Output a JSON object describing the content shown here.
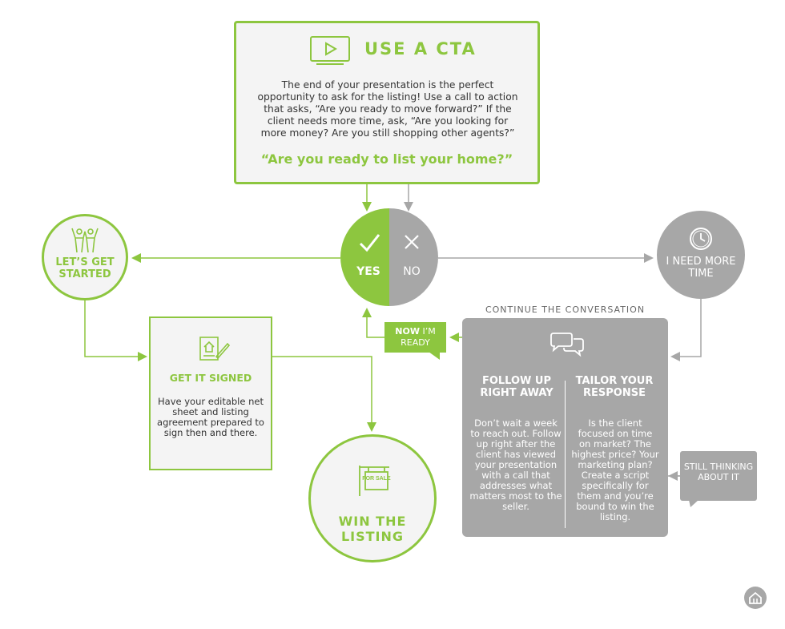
{
  "cta": {
    "title": "USE A CTA",
    "body": "The end of your presentation is the perfect opportunity to ask for the listing! Use a call to action that asks, “Are you ready to move forward?” If the client needs more time, ask, “Are you looking for more money? Are you still shopping other agents?”",
    "quote": "“Are you ready to list your home?”",
    "icon": "video-play-icon"
  },
  "decision": {
    "yes_label": "YES",
    "no_label": "NO",
    "yes_icon": "checkmark-icon",
    "no_icon": "x-icon"
  },
  "lets_get_started": {
    "label": "LET’S GET STARTED",
    "icon": "people-hands-up-icon"
  },
  "need_more_time": {
    "label": "I NEED MORE TIME",
    "icon": "clock-icon"
  },
  "get_it_signed": {
    "title": "GET IT SIGNED",
    "body": "Have your editable net sheet and listing agreement prepared to sign then and there.",
    "icon": "signed-document-icon"
  },
  "win_the_listing": {
    "label": "WIN THE LISTING",
    "icon": "for-sale-sign-icon",
    "sign_text": "FOR SALE"
  },
  "conversation": {
    "heading": "CONTINUE THE CONVERSATION",
    "icon": "chat-bubbles-icon",
    "follow_up": {
      "title": "FOLLOW UP RIGHT AWAY",
      "body": "Don’t wait a week to reach out. Follow up right after the client has viewed your presentation with a call that addresses what matters most to the seller."
    },
    "tailor": {
      "title": "TAILOR YOUR RESPONSE",
      "body": "Is the client focused on time on market? The highest price? Your marketing plan? Create a script specifically for them and you’re bound to win the listing."
    }
  },
  "now_ready": {
    "bold": "NOW",
    "rest": "I’M READY"
  },
  "still_thinking": {
    "label": "STILL THINKING ABOUT IT"
  },
  "colors": {
    "green": "#8dc63f",
    "gray": "#a7a7a7",
    "panel": "#f4f4f4"
  }
}
